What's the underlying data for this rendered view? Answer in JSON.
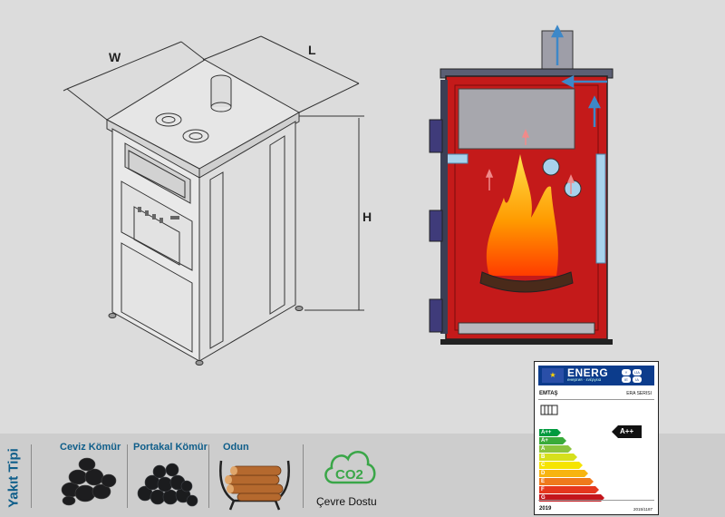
{
  "diagram": {
    "dimension_w": "W",
    "dimension_l": "L",
    "dimension_h": "H"
  },
  "fuel_type": {
    "title": "Yakıt Tipi",
    "items": [
      {
        "label": "Ceviz Kömür"
      },
      {
        "label": "Portakal Kömür"
      },
      {
        "label": "Odun"
      }
    ]
  },
  "eco": {
    "badge": "CO2",
    "label": "Çevre Dostu"
  },
  "energy_label": {
    "header": "ENERG",
    "header_sub": "енергия · ενέργεια",
    "langs": [
      "Y",
      "IJA",
      "IE",
      "IA"
    ],
    "brand": "EMTAŞ",
    "model": "ERA SERISI",
    "classes": [
      "A++",
      "A+",
      "A",
      "B",
      "C",
      "D",
      "E",
      "F",
      "G"
    ],
    "class_colors": [
      "#009a3e",
      "#3aab3a",
      "#8cc43e",
      "#d6e01c",
      "#f6e400",
      "#f7b410",
      "#ef7a1c",
      "#e5371d",
      "#c4161c"
    ],
    "rating": "A++",
    "year": "2019",
    "regulation": "2015/1187"
  },
  "colors": {
    "firebox_red": "#c41a1a",
    "dim_blue": "#0f5e8a",
    "energy_blue": "#0c3c8c"
  }
}
